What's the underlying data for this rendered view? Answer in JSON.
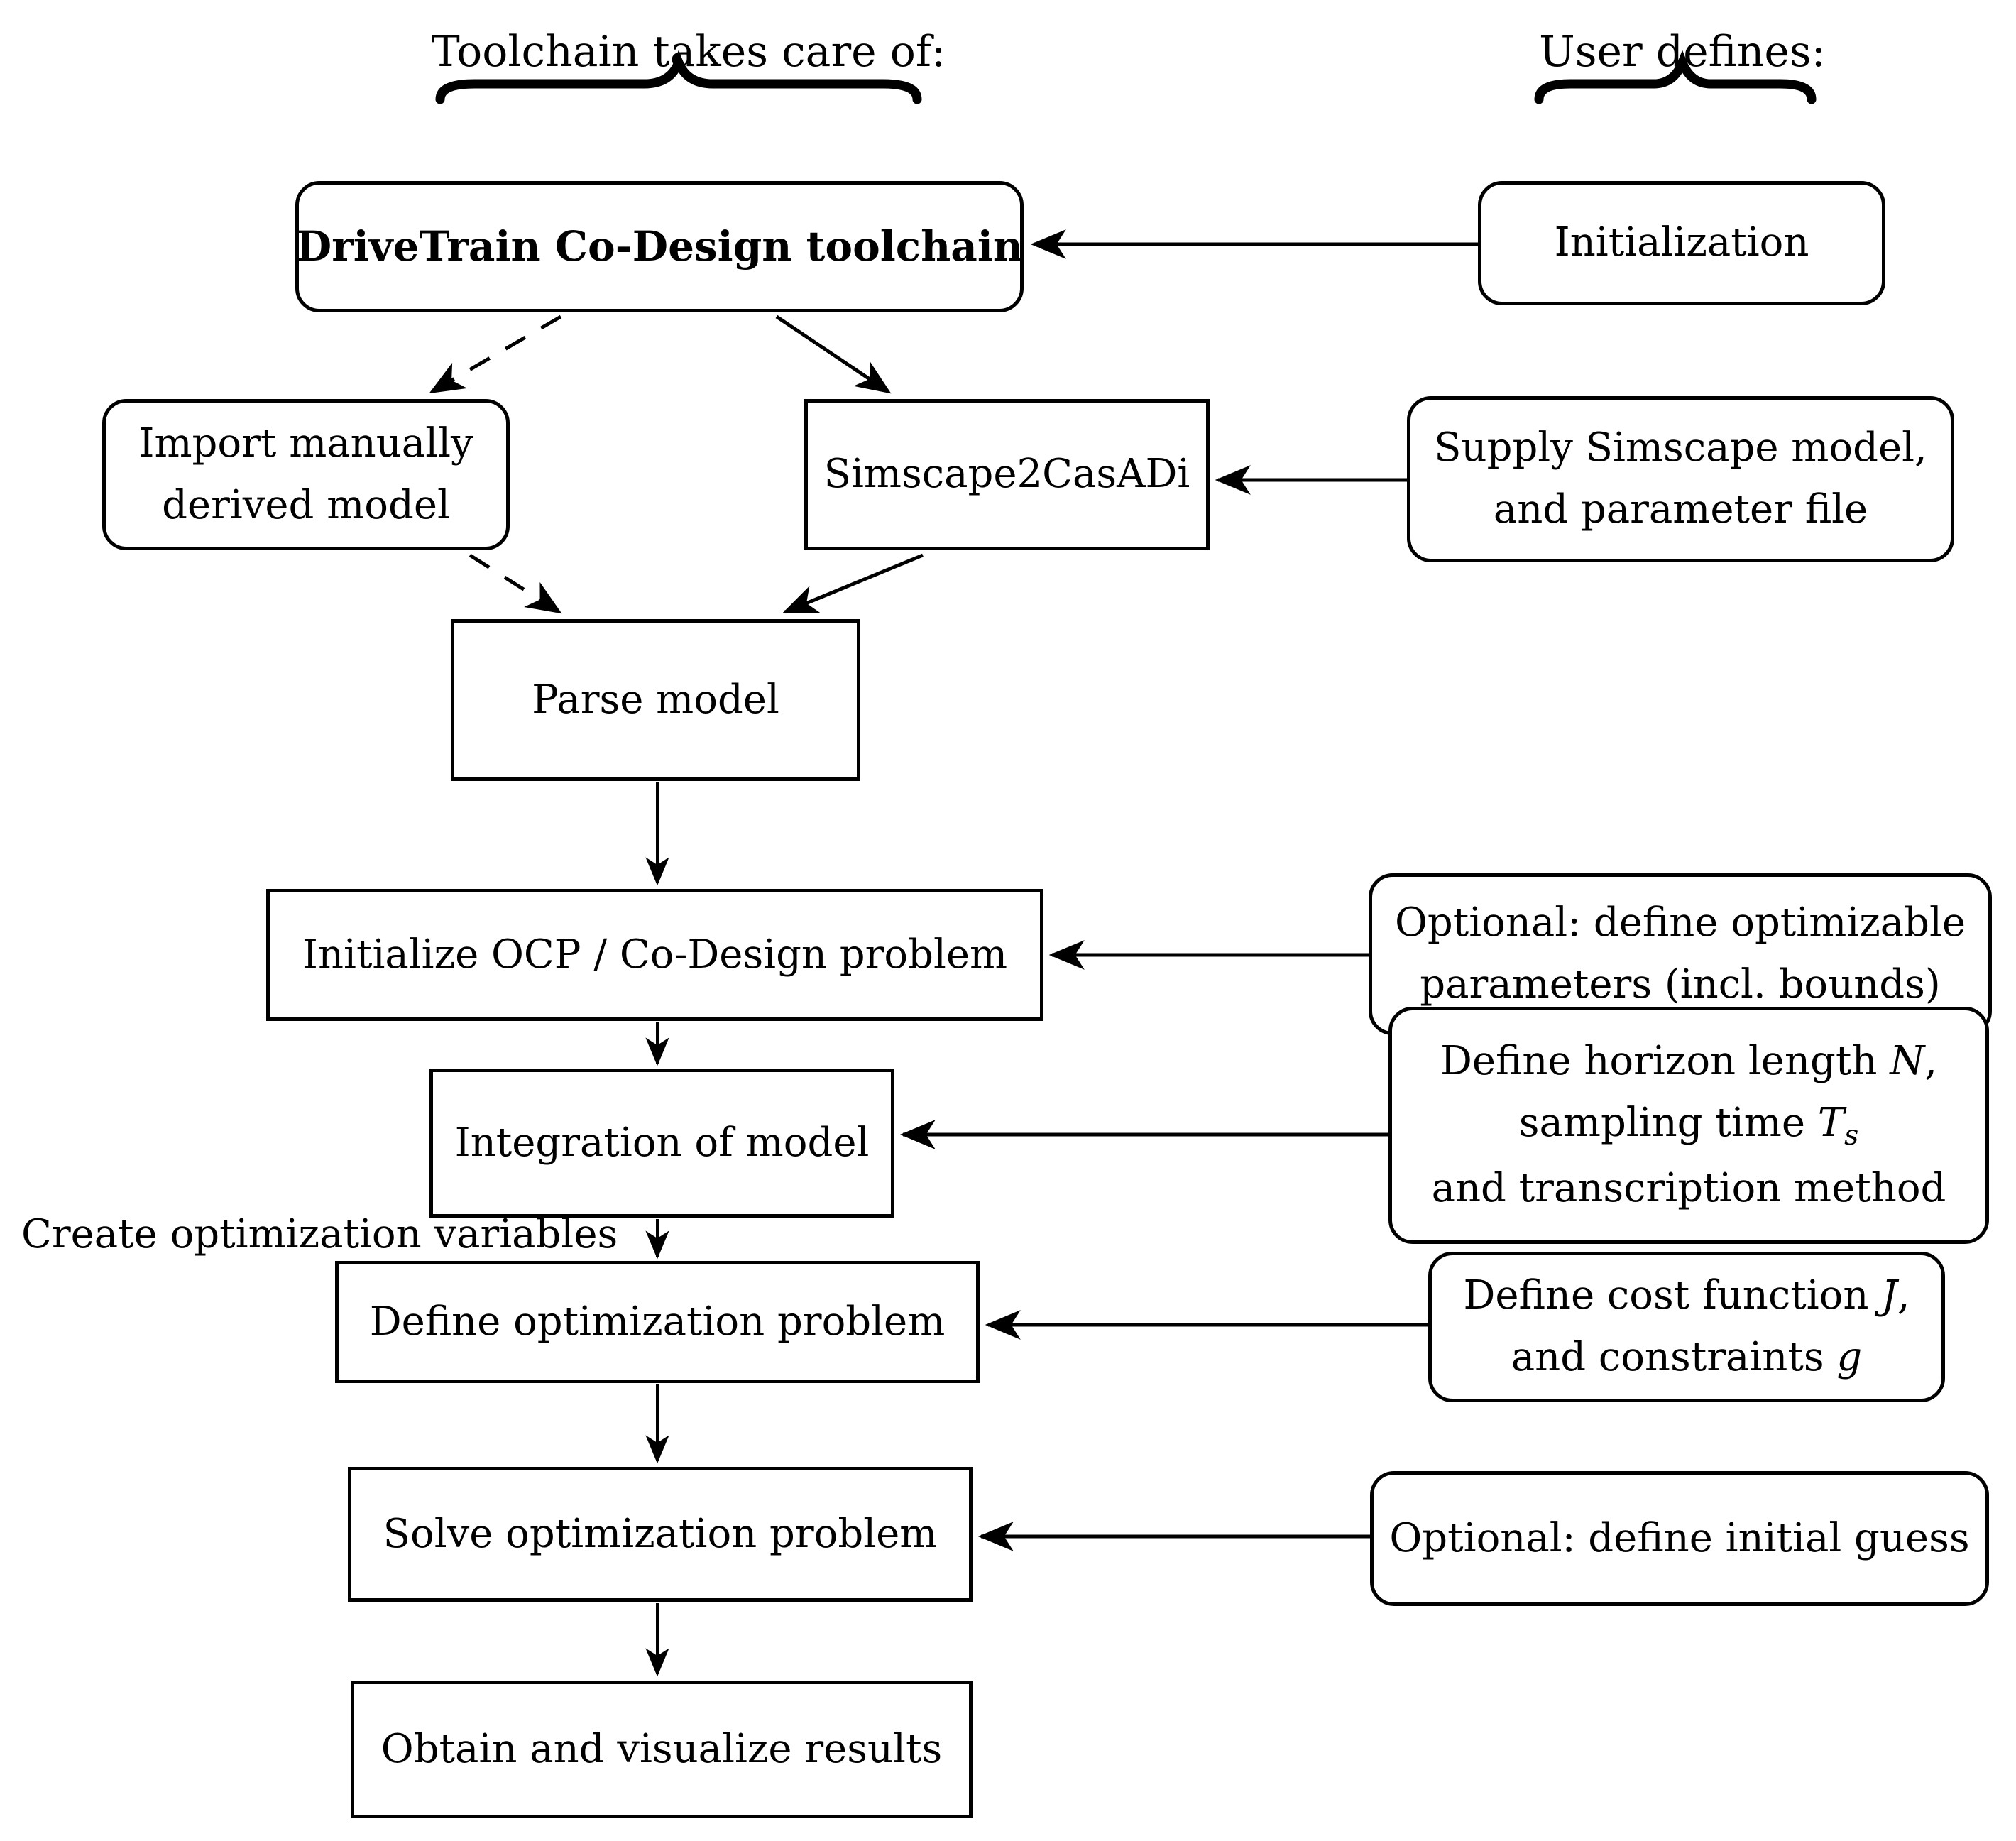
{
  "titles": {
    "toolchain": "Toolchain takes care of:",
    "user": "User defines:"
  },
  "boxes": {
    "drivetrain": {
      "label": "DriveTrain Co-Design toolchain"
    },
    "import_model": {
      "line1": "Import manually",
      "line2": "derived model"
    },
    "simscape2casadi": {
      "label": "Simscape2CasADi"
    },
    "parse": {
      "label": "Parse model"
    },
    "init_ocp": {
      "label": "Initialize OCP / Co-Design problem"
    },
    "integration": {
      "label": "Integration of model"
    },
    "define_opt": {
      "label": "Define optimization problem"
    },
    "solve": {
      "label": "Solve optimization problem"
    },
    "obtain": {
      "label": "Obtain and visualize results"
    },
    "initialization": {
      "label": "Initialization"
    },
    "supply": {
      "line1": "Supply Simscape model,",
      "line2": "and parameter file"
    },
    "opt_params": {
      "line1": "Optional: define optimizable",
      "line2": "parameters (incl. bounds)"
    },
    "horizon": {
      "line1_pre": "Define horizon length ",
      "line1_var": "N",
      "line1_post": ",",
      "line2_pre": "sampling time ",
      "line2_var": "T",
      "line2_sub": "s",
      "line3": "and transcription method"
    },
    "cost": {
      "line1_pre": "Define cost function ",
      "line1_var": "J",
      "line1_post": ",",
      "line2_pre": "and constraints ",
      "line2_var": "g"
    },
    "guess": {
      "label": "Optional: define initial guess"
    }
  },
  "float_label": "Create optimization variables",
  "colors": {
    "ink": "#000000",
    "background": "#ffffff"
  }
}
